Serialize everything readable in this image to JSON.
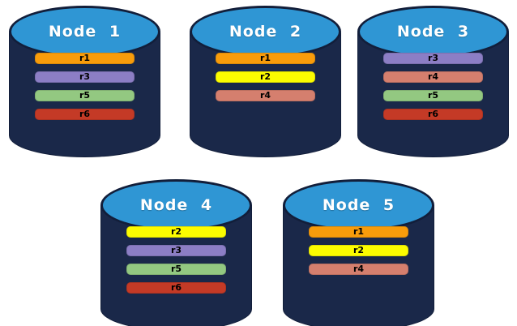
{
  "diagram": {
    "title": "database-nodes-replica-distribution",
    "background": "#FFFFFF",
    "palette": {
      "cylinder_body": "#1A2849",
      "cylinder_border": "#121E3A",
      "cylinder_top": "#2F96D4",
      "node_label_color": "#FFFFFF",
      "bar_text_color": "#000000"
    },
    "replica_colors": {
      "r1": "#F89C0B",
      "r2": "#FCFC00",
      "r3": "#8C7EC5",
      "r4": "#D57F6E",
      "r5": "#93C881",
      "r6": "#C43A26"
    },
    "nodes": [
      {
        "label": "Node 1",
        "replicas": [
          "r1",
          "r3",
          "r5",
          "r6"
        ]
      },
      {
        "label": "Node 2",
        "replicas": [
          "r1",
          "r2",
          "r4"
        ]
      },
      {
        "label": "Node 3",
        "replicas": [
          "r3",
          "r4",
          "r5",
          "r6"
        ]
      },
      {
        "label": "Node 4",
        "replicas": [
          "r2",
          "r3",
          "r5",
          "r6"
        ]
      },
      {
        "label": "Node 5",
        "replicas": [
          "r1",
          "r2",
          "r4"
        ]
      }
    ]
  }
}
